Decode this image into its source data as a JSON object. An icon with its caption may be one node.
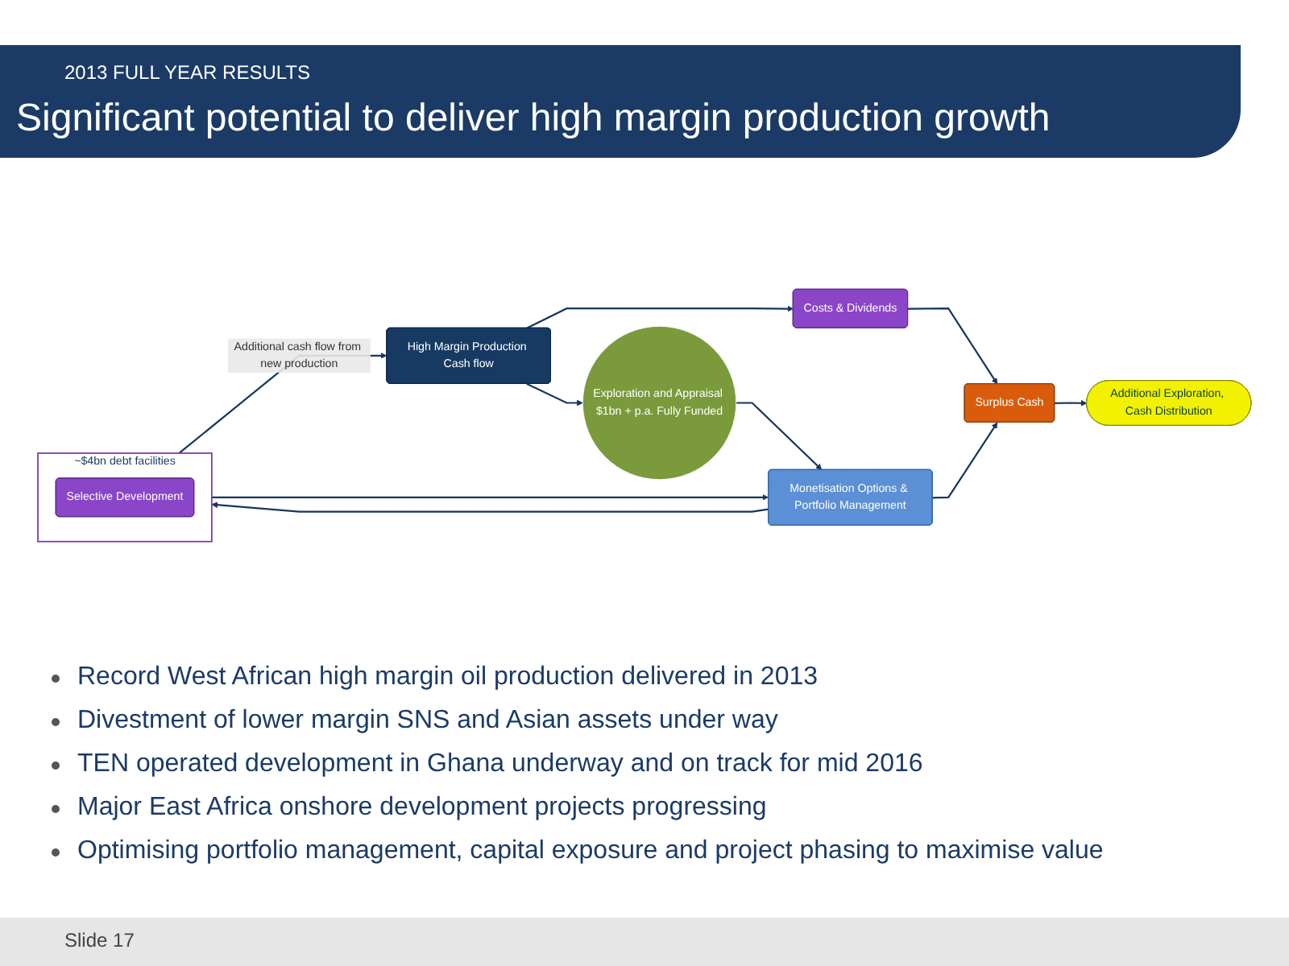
{
  "diagram": {
    "title": "Significant potential to deliver high margin production growth",
    "nodes": [
      {
        "text": [
          "High Margin Production Cash flow"
        ]
      },
      {
        "text": [
          "Exploration and Appraisal $1bn + p.a. Fully Funded"
        ]
      },
      {
        "text": [
          "Monetisation Options & Portfolio Management"
        ]
      },
      {
        "text": [
          "~$4bn debt facilities"
        ]
      },
      {
        "text": [
          "Selective Development"
        ],
        "in": 3
      },
      {
        "text": [
          "Costs & Dividends"
        ]
      },
      {
        "text": [
          "Surplus Cash"
        ]
      },
      {
        "text": [
          "Additional Exploration, Cash Distribution"
        ]
      }
    ],
    "edges": [
      {
        "from": 0,
        "to": 1,
        "arrow": "to"
      },
      {
        "from": 1,
        "to": 2,
        "arrow": "to"
      },
      {
        "from": 2,
        "to": 3,
        "arrow": "to"
      },
      {
        "from": 3,
        "to": 2,
        "arrow": "to"
      },
      {
        "from": 3,
        "to": 0,
        "arrow": "to",
        "label": "Additional cash flow from new production"
      },
      {
        "from": 0,
        "to": 5,
        "arrow": "to"
      },
      {
        "from": 5,
        "to": 6,
        "arrow": "to"
      },
      {
        "from": 2,
        "to": 6,
        "arrow": "to"
      },
      {
        "from": 6,
        "to": 7,
        "arrow": "to"
      }
    ],
    "labels": [
      "2013 FULL YEAR RESULTS",
      "Record West African high margin oil production delivered in 2013",
      "Divestment of lower margin SNS and Asian assets under way",
      "TEN operated development in Ghana underway and on track for mid 2016",
      "Major East Africa onshore development projects progressing",
      "Optimising portfolio management, capital exposure and project phasing to maximise value",
      "Slide 17"
    ]
  }
}
